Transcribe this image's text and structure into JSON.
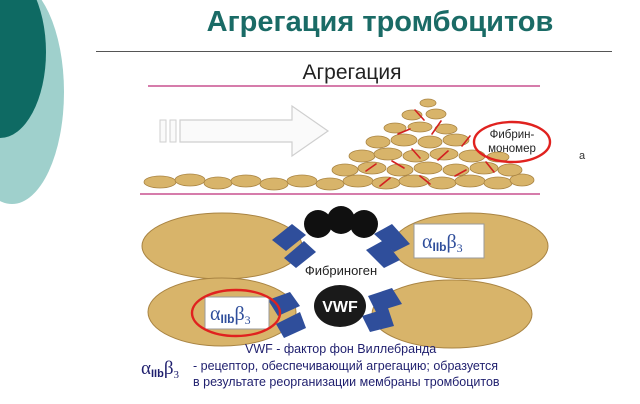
{
  "slide": {
    "title": "Агрегация тромбоцитов",
    "colors": {
      "teal": "#0e6a63",
      "teal_light": "#9fd0cc",
      "title": "#1a6b66",
      "platelet": "#d8b46a",
      "receptor": "#2f4e9b",
      "highlight": "#e0221f"
    }
  },
  "panel": {
    "heading": "Агрегация",
    "fibrin_label_line1": "Фибрин-",
    "fibrin_label_line2": "мономер"
  },
  "bridge1": {
    "receptor_symbol": "αIIbβ3",
    "receptor_alpha": "α",
    "receptor_sub": "IIb",
    "receptor_beta": "β",
    "receptor_subscript": "3",
    "linker_label": "Фибриноген"
  },
  "bridge2": {
    "receptor_alpha": "α",
    "receptor_sub": "IIb",
    "receptor_beta": "β",
    "receptor_subscript": "3",
    "linker_label": "VWF"
  },
  "legend": {
    "vwf_line": "VWF - фактор фон Виллебранда",
    "symbol_alpha": "α",
    "symbol_sub": "IIb",
    "symbol_beta": "β",
    "symbol_subscript": "3",
    "receptor_line1": "- рецептор, обеспечивающий агрегацию; образуется",
    "receptor_line2": "в результате реорганизации мембраны тромбоцитов"
  },
  "edge_fragment": "а"
}
